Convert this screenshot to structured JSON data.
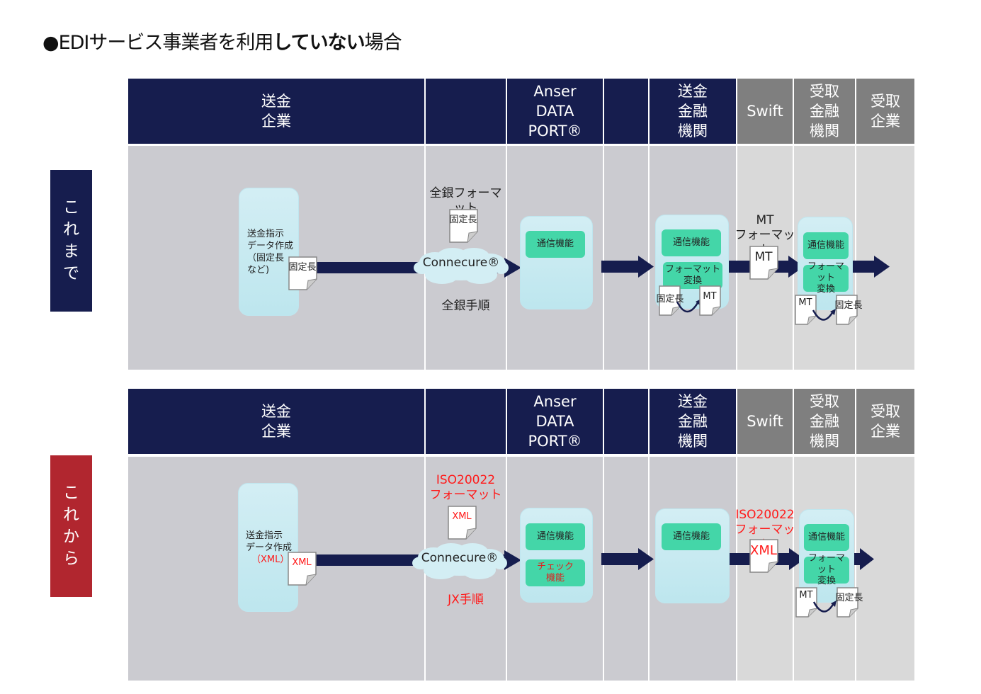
{
  "title": {
    "bullet": "●",
    "prefix": "EDIサービス事業者を利用",
    "bold": "していない",
    "suffix": "場合"
  },
  "columns": [
    {
      "label": "送金\n企業",
      "style": "navy"
    },
    {
      "label": "",
      "style": "navy"
    },
    {
      "label": "Anser\nDATA\nPORT®",
      "style": "navy"
    },
    {
      "label": "",
      "style": "navy"
    },
    {
      "label": "送金\n金融\n機関",
      "style": "navy"
    },
    {
      "label": "Swift",
      "style": "gray"
    },
    {
      "label": "受取\n金融\n機関",
      "style": "gray"
    },
    {
      "label": "受取\n企業",
      "style": "gray"
    }
  ],
  "colors": {
    "navy": "#161d4e",
    "gray_header": "#7f7f7f",
    "red_side": "#b1262f",
    "func_green": "#44d6a8",
    "system_box": "#c9ebf2",
    "highlight_red": "#ff1a1a"
  },
  "before": {
    "side_label": [
      "こ",
      "れ",
      "ま",
      "で"
    ],
    "sender_box_text": "送金指示\nデータ作成\n（固定長\nなど)",
    "sender_doc": "固定長",
    "format_label": "全銀フォーマット",
    "network_doc": "固定長",
    "cloud_label": "Connecure®",
    "protocol_label": "全銀手順",
    "anser_funcs": [
      "通信機能"
    ],
    "sending_bank_funcs": [
      "通信機能",
      "フォーマット\n変換"
    ],
    "sending_bank_conversion": {
      "from": "固定長",
      "to": "MT"
    },
    "swift_format_label": "MT\nフォーマット",
    "swift_doc": "MT",
    "receiving_bank_funcs": [
      "通信機能",
      "フォーマット\n変換"
    ],
    "receiving_bank_conversion": {
      "from": "MT",
      "to": "固定長"
    }
  },
  "after": {
    "side_label": [
      "こ",
      "れ",
      "か",
      "ら"
    ],
    "sender_box_text": "送金指示\nデータ作成",
    "sender_box_highlight": "（XML）",
    "sender_doc": "XML",
    "format_label": "ISO20022\nフォーマット",
    "network_doc": "XML",
    "cloud_label": "Connecure®",
    "protocol_label": "JX手順",
    "anser_funcs": [
      "通信機能",
      "チェック\n機能"
    ],
    "sending_bank_funcs": [
      "通信機能"
    ],
    "swift_format_label": "ISO20022\nフォーマット",
    "swift_doc": "XML",
    "receiving_bank_funcs": [
      "通信機能",
      "フォーマット\n変換"
    ],
    "receiving_bank_conversion": {
      "from": "MT",
      "to": "固定長"
    }
  }
}
